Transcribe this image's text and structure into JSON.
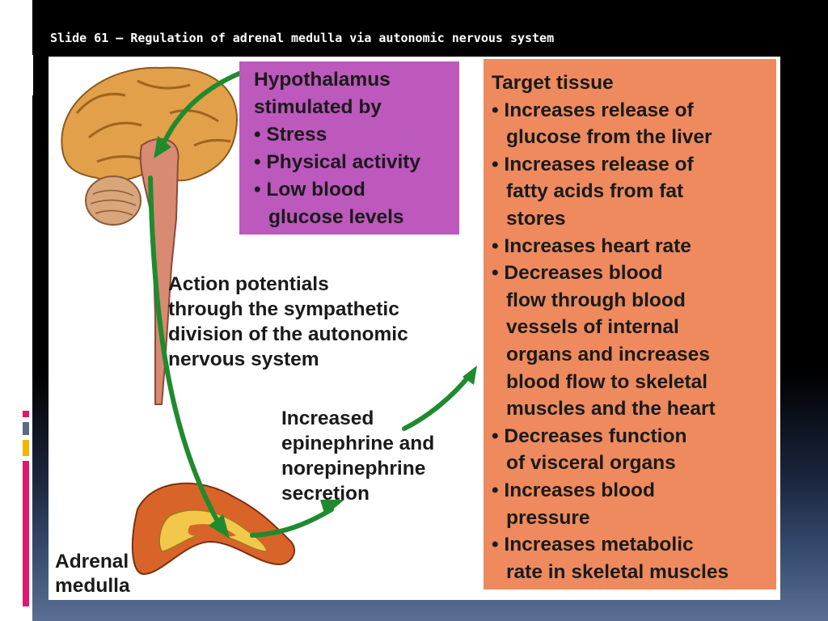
{
  "slide": {
    "title": "Slide 61 – Regulation of adrenal medulla via autonomic nervous system"
  },
  "colors": {
    "background": "#000000",
    "purple_box": "#bd58bd",
    "orange_box": "#ee8a5e",
    "arrow_green": "#1f8a2e",
    "brain_tan": "#e2a04a",
    "adrenal_orange": "#d9642a",
    "adrenal_yellow": "#f2c84a",
    "accent_pink": "#e0186c",
    "accent_yellow": "#f4b400"
  },
  "hypothalamus_box": {
    "lines": [
      "Hypothalamus",
      "stimulated by"
    ],
    "bullets": [
      "Stress",
      "Physical activity",
      "Low blood glucose levels"
    ],
    "bullet_lines": [
      [
        "Stress"
      ],
      [
        "Physical activity"
      ],
      [
        "Low blood",
        "glucose levels"
      ]
    ]
  },
  "action_label": {
    "lines": [
      "Action potentials",
      "through the sympathetic",
      "division of the autonomic",
      "nervous system"
    ]
  },
  "secretion_label": {
    "lines": [
      "Increased",
      "epinephrine and",
      "norepinephrine",
      "secretion"
    ]
  },
  "adrenal_label": {
    "lines": [
      "Adrenal",
      "medulla"
    ]
  },
  "target_box": {
    "heading": "Target tissue",
    "bullets": [
      [
        "Increases release of",
        "glucose from the liver"
      ],
      [
        "Increases release of",
        "fatty acids from fat",
        "stores"
      ],
      [
        "Increases heart rate"
      ],
      [
        "Decreases blood",
        "flow through blood",
        "vessels of internal",
        "organs and increases",
        "blood flow to skeletal",
        "muscles and the heart"
      ],
      [
        "Decreases function",
        "of visceral organs"
      ],
      [
        "Increases blood",
        "pressure"
      ],
      [
        "Increases metabolic",
        "rate in skeletal muscles"
      ]
    ]
  },
  "icons": {
    "bullet": "•",
    "brain": "brain-illustration",
    "adrenal": "adrenal-medulla-illustration",
    "arrow": "curved-green-arrow"
  }
}
